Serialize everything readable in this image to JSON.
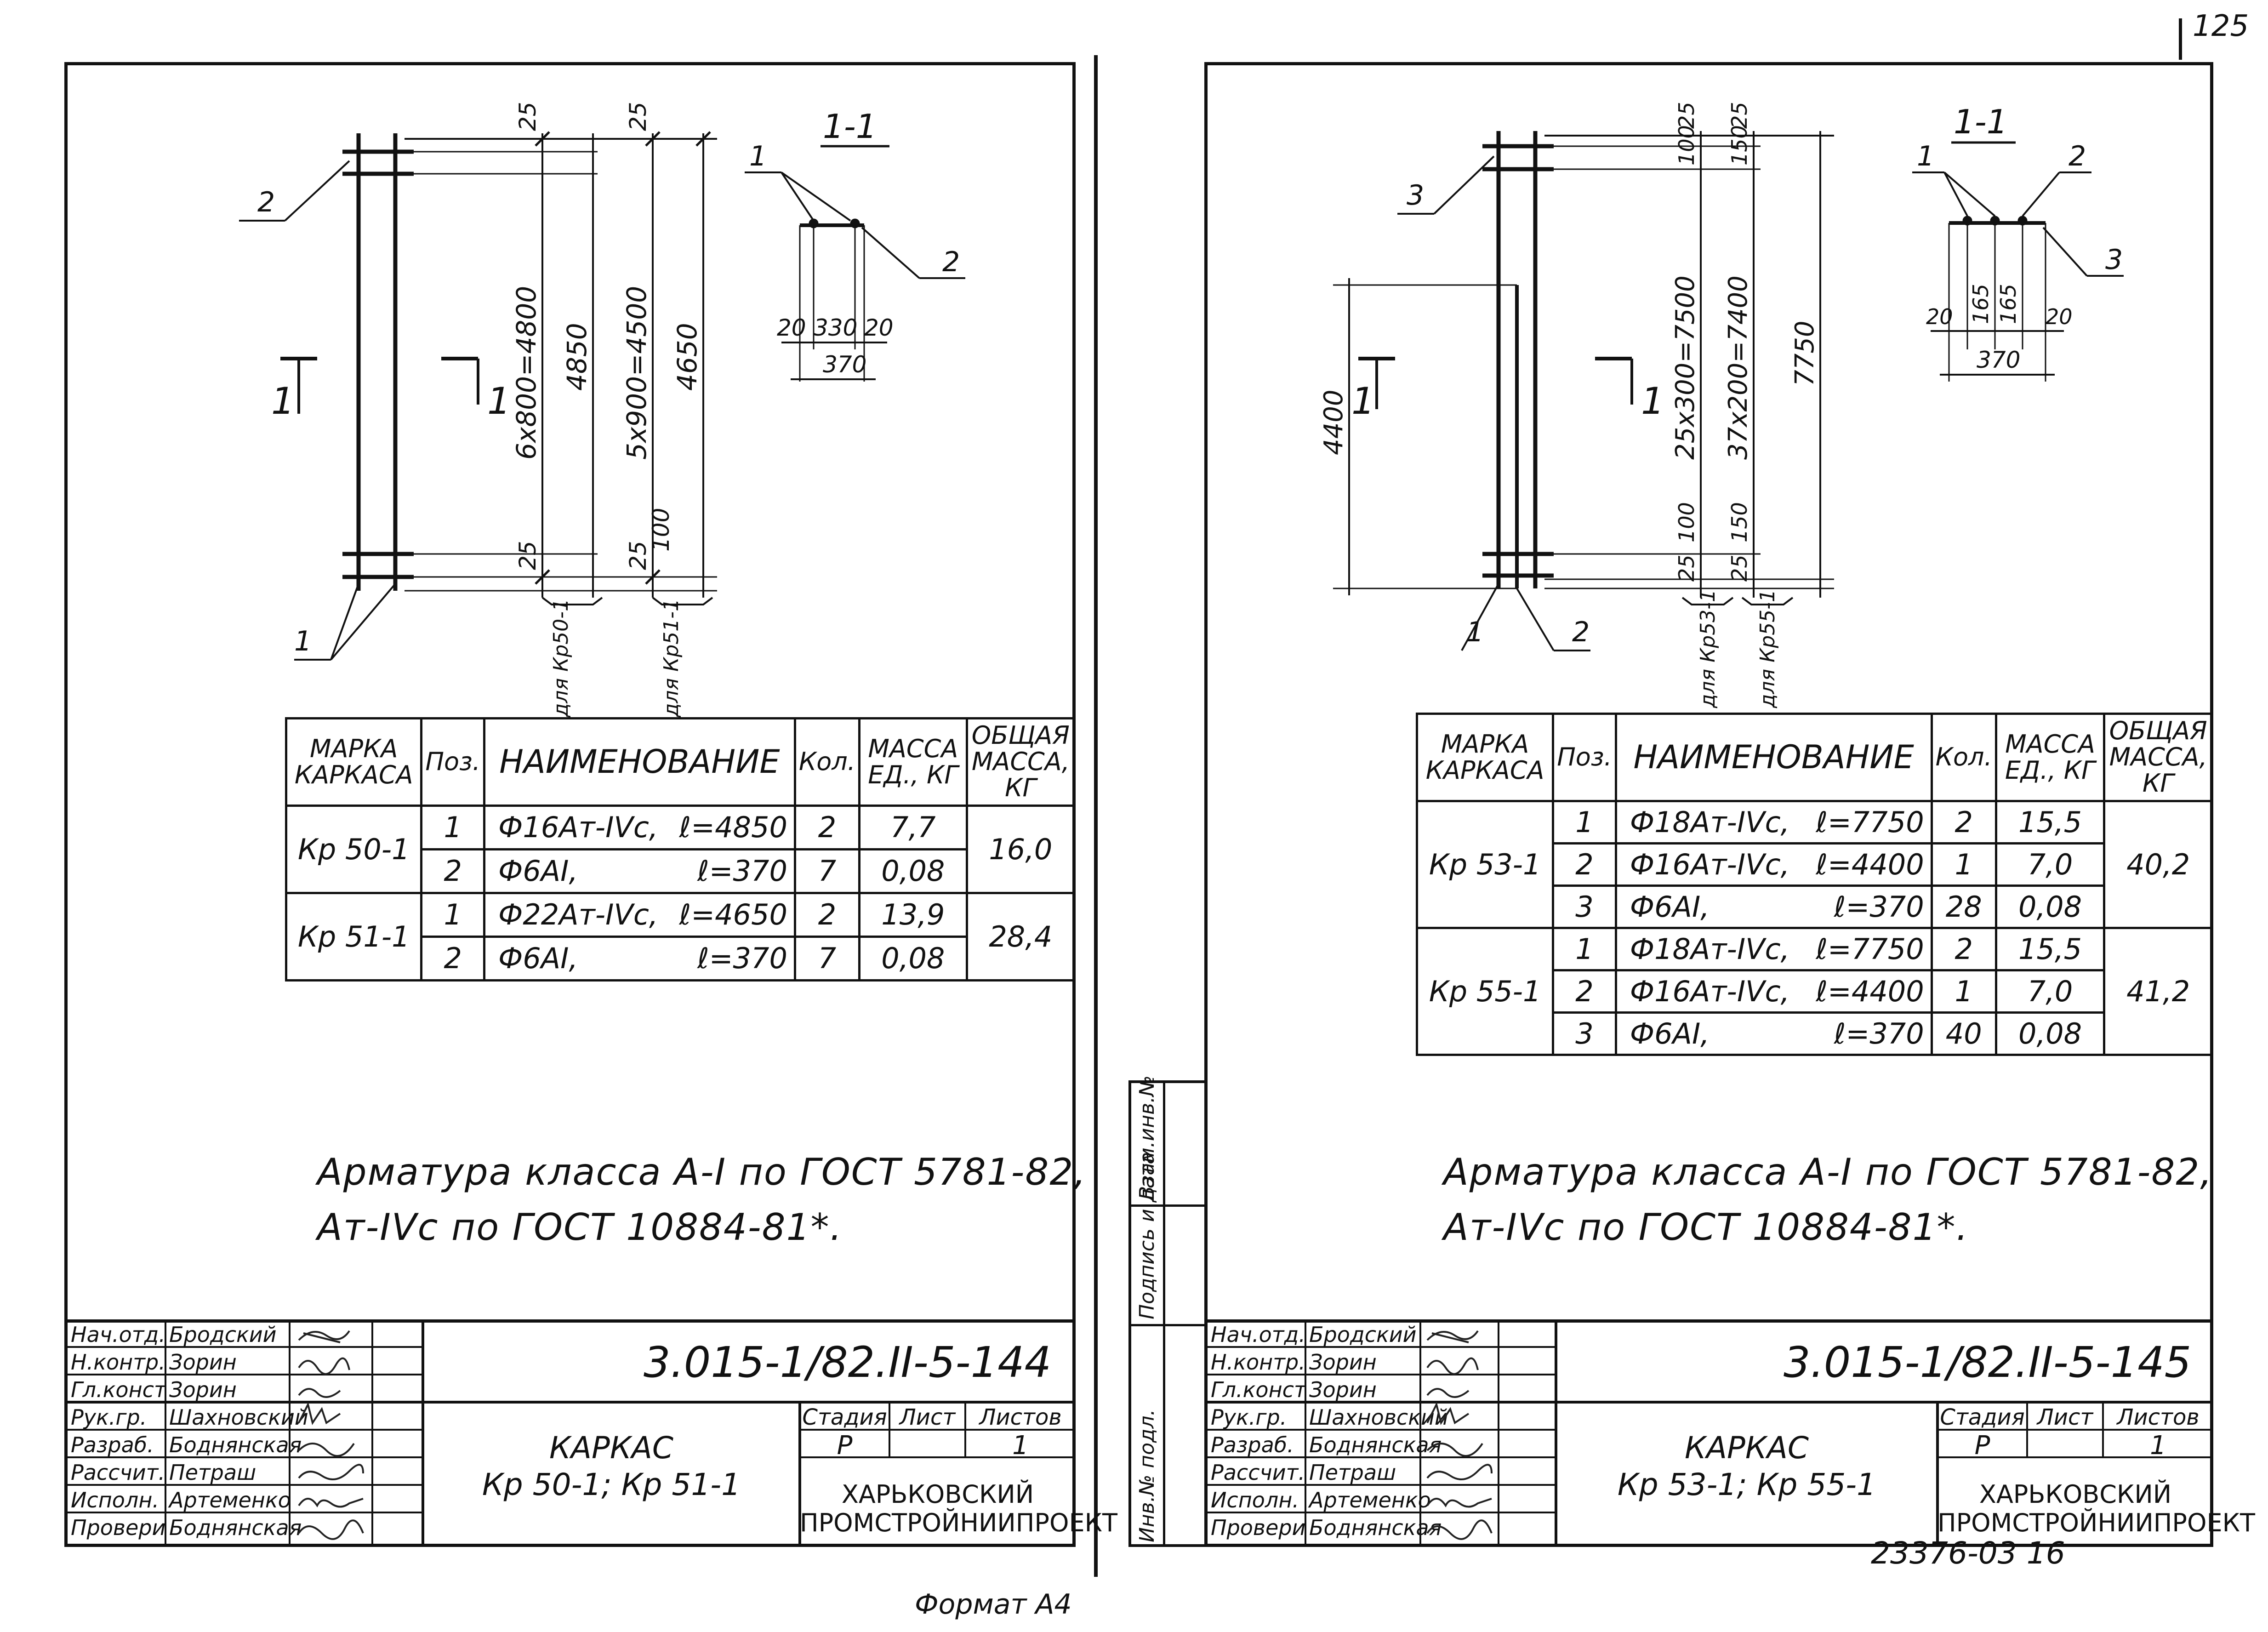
{
  "page_number": "125",
  "format_label": "Формат А4",
  "archive_number": "23376-03   16",
  "side_stamp": {
    "ref": "Взам.инв.№",
    "sign": "Подпись и дата",
    "inv": "Инв.№ подл."
  },
  "left_sheet": {
    "section_mark": "1-1",
    "pointer_labels": [
      "1",
      "2"
    ],
    "cut_mark": "1",
    "dims": {
      "top1": "25",
      "top2": "25",
      "bot1": "25",
      "bot2": "25",
      "bot3": "100",
      "v1": "6x800=4800",
      "v2": "4850",
      "v3": "5x900=4500",
      "v4": "4650",
      "for1": "для Кр50-1",
      "for2": "для Кр51-1",
      "sec_a": "20",
      "sec_b": "330",
      "sec_c": "20",
      "sec_total": "370"
    },
    "table": {
      "headers": [
        "МАРКА КАРКАСА",
        "Поз.",
        "НАИМЕНОВАНИЕ",
        "Кол.",
        "МАССА ЕД., КГ",
        "ОБЩАЯ МАССА, КГ"
      ],
      "groups": [
        {
          "mark": "Кр 50-1",
          "total": "16,0",
          "rows": [
            {
              "pos": "1",
              "name": "Ф16Ат-IVс,",
              "len": "ℓ=4850",
              "qty": "2",
              "mass": "7,7"
            },
            {
              "pos": "2",
              "name": "Ф6АI,",
              "len": "ℓ=370",
              "qty": "7",
              "mass": "0,08"
            }
          ]
        },
        {
          "mark": "Кр 51-1",
          "total": "28,4",
          "rows": [
            {
              "pos": "1",
              "name": "Ф22Ат-IVс,",
              "len": "ℓ=4650",
              "qty": "2",
              "mass": "13,9"
            },
            {
              "pos": "2",
              "name": "Ф6АI,",
              "len": "ℓ=370",
              "qty": "7",
              "mass": "0,08"
            }
          ]
        }
      ]
    },
    "note_line1": "Арматура класса А-I по ГОСТ 5781-82,",
    "note_line2": "Ат-IVс по ГОСТ 10884-81*.",
    "title_block": {
      "roles": [
        "Нач.отд.",
        "Н.контр.",
        "Гл.констр.",
        "Рук.гр.",
        "Разраб.",
        "Рассчит.",
        "Исполн.",
        "Проверил"
      ],
      "names": [
        "Бродский",
        "Зорин",
        "Зорин",
        "Шахновский",
        "Боднянская",
        "Петраш",
        "Артеменко",
        "Боднянская"
      ],
      "code": "3.015-1/82.II-5-144",
      "title_l1": "КАРКАС",
      "title_l2": "Кр 50-1; Кр 51-1",
      "stage_h": "Стадия",
      "sheet_h": "Лист",
      "sheets_h": "Листов",
      "stage": "Р",
      "sheets": "1",
      "org_l1": "ХАРЬКОВСКИЙ",
      "org_l2": "ПРОМСТРОЙНИИПРОЕКТ"
    }
  },
  "right_sheet": {
    "section_mark": "1-1",
    "pointer_labels": [
      "1",
      "2",
      "3"
    ],
    "cut_mark": "1",
    "dims": {
      "t1": "100",
      "t2": "25",
      "t3": "150",
      "t4": "25",
      "v1": "25x300=7500",
      "v2": "37x200=7400",
      "v3": "7750",
      "v4": "4400",
      "b1": "25",
      "b2": "100",
      "b3": "25",
      "b4": "150",
      "for1": "для Кр53-1",
      "for2": "для Кр55-1",
      "sec_a": "20",
      "sec_b": "165",
      "sec_c": "165",
      "sec_d": "20",
      "sec_total": "370"
    },
    "table": {
      "headers": [
        "МАРКА КАРКАСА",
        "Поз.",
        "НАИМЕНОВАНИЕ",
        "Кол.",
        "МАССА ЕД., КГ",
        "ОБЩАЯ МАССА, КГ"
      ],
      "groups": [
        {
          "mark": "Кр 53-1",
          "total": "40,2",
          "rows": [
            {
              "pos": "1",
              "name": "Ф18Ат-IVс,",
              "len": "ℓ=7750",
              "qty": "2",
              "mass": "15,5"
            },
            {
              "pos": "2",
              "name": "Ф16Ат-IVс,",
              "len": "ℓ=4400",
              "qty": "1",
              "mass": "7,0"
            },
            {
              "pos": "3",
              "name": "Ф6АI,",
              "len": "ℓ=370",
              "qty": "28",
              "mass": "0,08"
            }
          ]
        },
        {
          "mark": "Кр 55-1",
          "total": "41,2",
          "rows": [
            {
              "pos": "1",
              "name": "Ф18Ат-IVс,",
              "len": "ℓ=7750",
              "qty": "2",
              "mass": "15,5"
            },
            {
              "pos": "2",
              "name": "Ф16Ат-IVс,",
              "len": "ℓ=4400",
              "qty": "1",
              "mass": "7,0"
            },
            {
              "pos": "3",
              "name": "Ф6АI,",
              "len": "ℓ=370",
              "qty": "40",
              "mass": "0,08"
            }
          ]
        }
      ]
    },
    "note_line1": "Арматура класса А-I по ГОСТ 5781-82,",
    "note_line2": "Ат-IVс по ГОСТ 10884-81*.",
    "title_block": {
      "roles": [
        "Нач.отд.",
        "Н.контр.",
        "Гл.констр.",
        "Рук.гр.",
        "Разраб.",
        "Рассчит.",
        "Исполн.",
        "Проверил"
      ],
      "names": [
        "Бродский",
        "Зорин",
        "Зорин",
        "Шахновский",
        "Боднянская",
        "Петраш",
        "Артеменко",
        "Боднянская"
      ],
      "code": "3.015-1/82.II-5-145",
      "title_l1": "КАРКАС",
      "title_l2": "Кр 53-1; Кр 55-1",
      "stage_h": "Стадия",
      "sheet_h": "Лист",
      "sheets_h": "Листов",
      "stage": "Р",
      "sheets": "1",
      "org_l1": "ХАРЬКОВСКИЙ",
      "org_l2": "ПРОМСТРОЙНИИПРОЕКТ"
    }
  }
}
